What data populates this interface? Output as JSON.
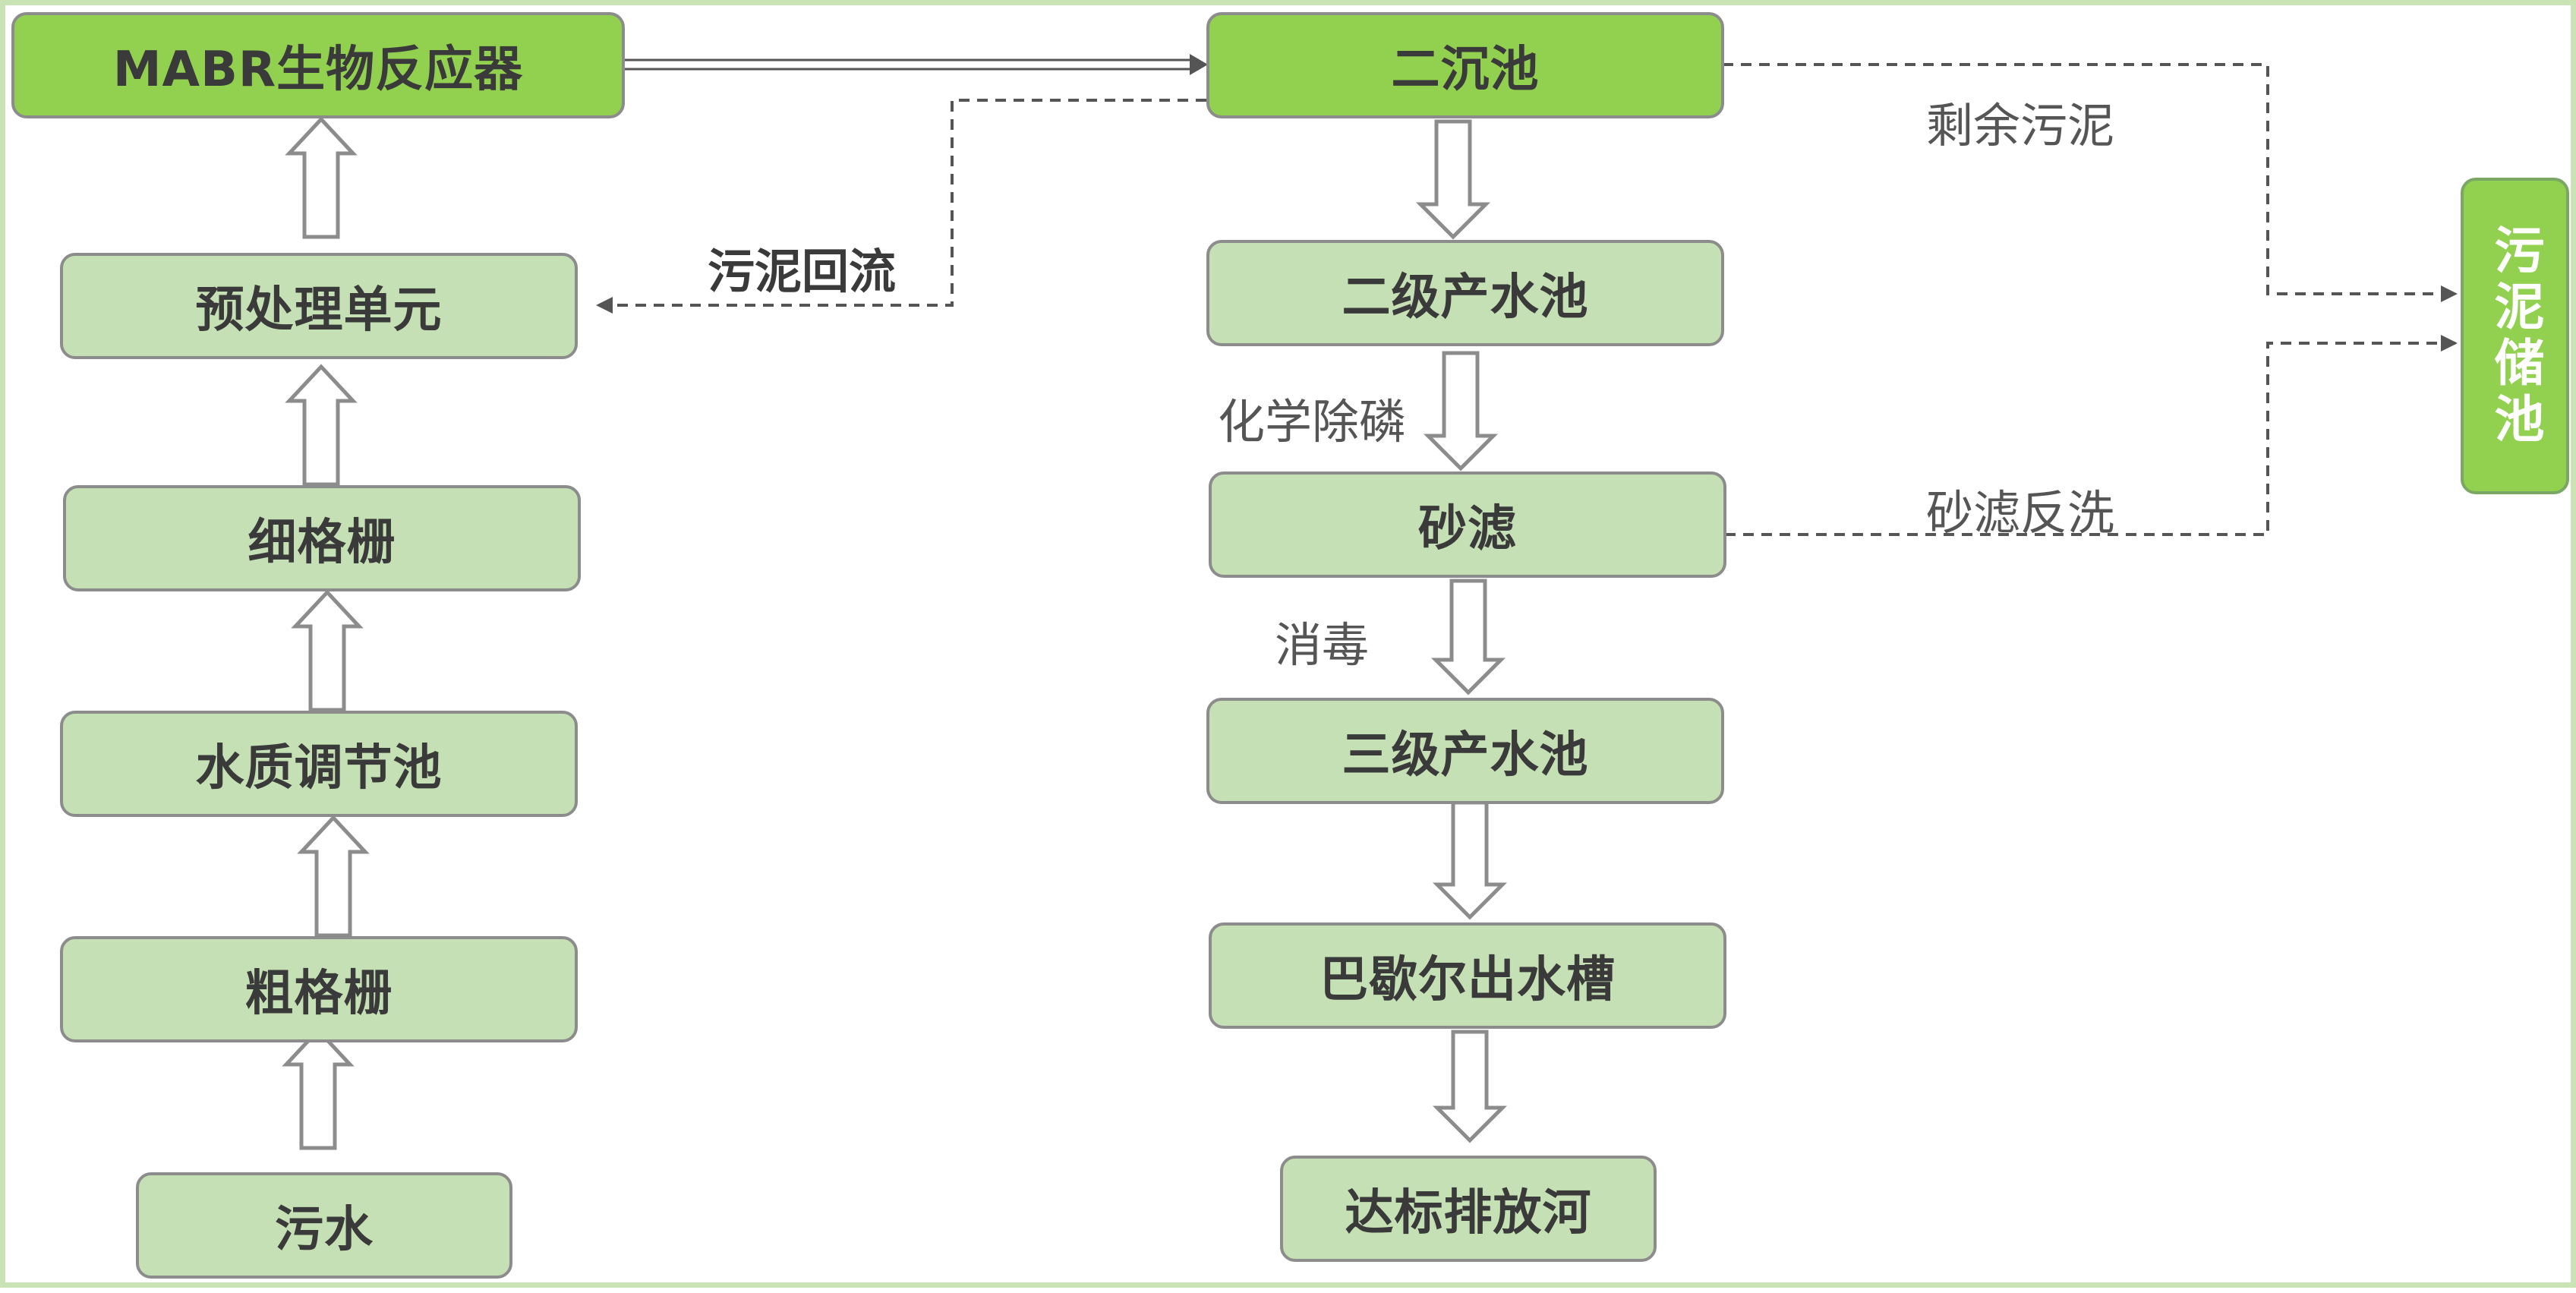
{
  "colors": {
    "node_fill": "#c5e0b4",
    "node_fill_highlight": "#92d050",
    "node_border": "#8c8c8c",
    "frame": "#c9e3b4",
    "text": "#3a3a3a",
    "arrow": "#555555"
  },
  "nodes": {
    "mabr": "MABR生物反应器",
    "pretreatment": "预处理单元",
    "fine_screen": "细格栅",
    "equalization": "水质调节池",
    "coarse_screen": "粗格栅",
    "sewage": "污水",
    "secondary_clarifier": "二沉池",
    "secondary_tank": "二级产水池",
    "sand_filter": "砂滤",
    "tertiary_tank": "三级产水池",
    "parshall": "巴歇尔出水槽",
    "discharge": "达标排放河",
    "sludge_storage": "污泥储池"
  },
  "labels": {
    "sludge_return": "污泥回流",
    "excess_sludge": "剩余污泥",
    "chemical_p_removal": "化学除磷",
    "disinfection": "消毒",
    "sand_backwash": "砂滤反洗"
  }
}
